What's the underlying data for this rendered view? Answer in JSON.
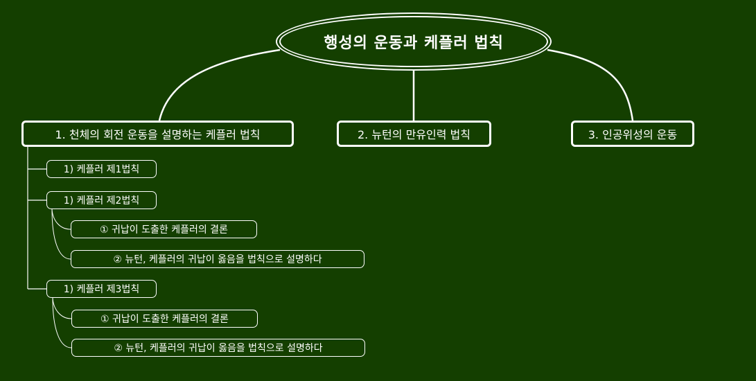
{
  "root": {
    "title": "행성의 운동과 케플러 법칙"
  },
  "branches": [
    {
      "label": "1. 천체의 회전 운동을 설명하는 케플러 법칙"
    },
    {
      "label": "2. 뉴턴의 만유인력 법칙"
    },
    {
      "label": "3. 인공위성의 운동"
    }
  ],
  "subs": [
    {
      "label": "1) 케플러 제1법칙"
    },
    {
      "label": "1) 케플러 제2법칙"
    },
    {
      "label": "1) 케플러 제3법칙"
    }
  ],
  "leaves": [
    {
      "label": "① 귀납이 도출한 케플러의 결론"
    },
    {
      "label": "② 뉴턴, 케플러의 귀납이 옳음을 법칙으로 설명하다"
    },
    {
      "label": "① 귀납이 도출한 케플러의 결론"
    },
    {
      "label": "② 뉴턴, 케플러의 귀납이 옳음을 법칙으로 설명하다"
    }
  ],
  "colors": {
    "background": "#143f00",
    "line": "#ffffff",
    "text": "#ffffff"
  }
}
